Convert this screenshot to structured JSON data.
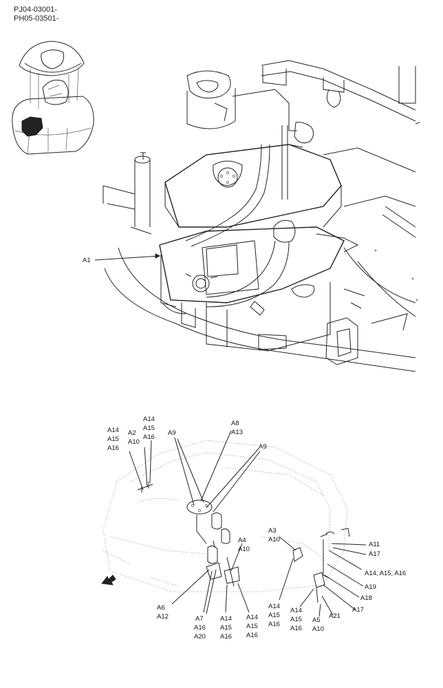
{
  "header": {
    "line1": "PJ04-03001-",
    "line2": "PH05-03501-"
  },
  "upper_view": {
    "label_a1": "A1"
  },
  "lower_view": {
    "labels": {
      "l_a14_1": "A14",
      "l_a15_1": "A15",
      "l_a16_1": "A16",
      "l_a2": "A2",
      "l_a10_1": "A10",
      "l_a14_2": "A14",
      "l_a15_2": "A15",
      "l_a16_2": "A16",
      "l_a9_1": "A9",
      "l_a8": "A8",
      "l_a13": "A13",
      "l_a9_2": "A9",
      "l_a3": "A3",
      "l_a10_2": "A10",
      "l_a11": "A11",
      "l_a17_1": "A17",
      "l_a4": "A4",
      "l_a10_3": "A10",
      "l_a14_multi": "A14, A15, A16",
      "l_a19": "A19",
      "l_a18": "A18",
      "l_a17_2": "A17",
      "l_a21": "A21",
      "l_a6": "A6",
      "l_a12": "A12",
      "l_a7": "A7",
      "l_a16_3": "A16",
      "l_a20": "A20",
      "l_a14_3": "A14",
      "l_a15_3": "A15",
      "l_a16_4": "A16",
      "l_a14_4": "A14",
      "l_a15_4": "A15",
      "l_a16_5": "A16",
      "l_a14_5": "A14",
      "l_a15_5": "A15",
      "l_a16_6": "A16",
      "l_a14_6": "A14",
      "l_a15_6": "A15",
      "l_a16_7": "A16",
      "l_a5": "A5",
      "l_a10_4": "A10"
    }
  }
}
